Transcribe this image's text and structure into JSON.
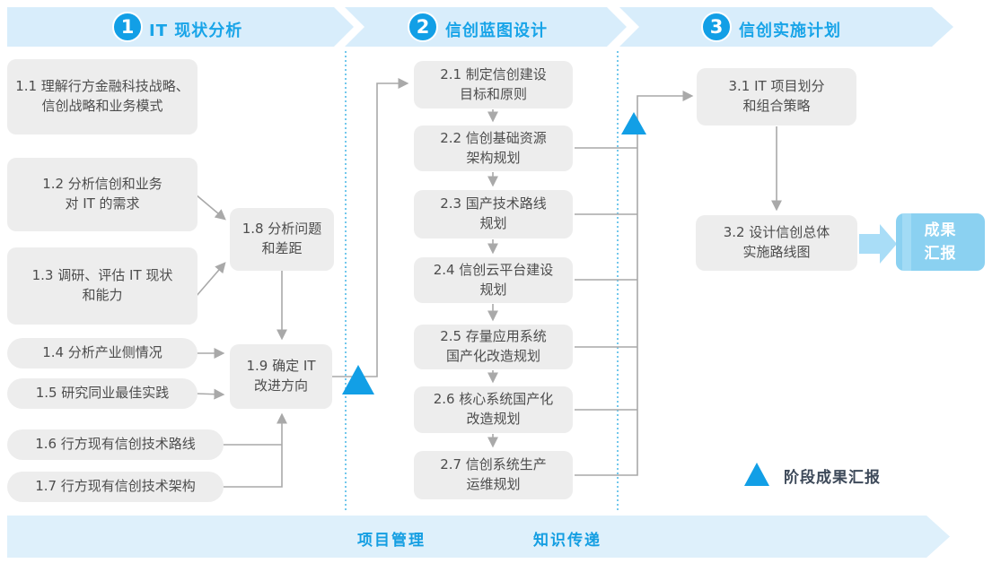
{
  "palette": {
    "accent_blue": "#129FE6",
    "band_blue": "#D8EDFB",
    "box_gray": "#EDEDED",
    "line_gray": "#A9A9A9",
    "result_blue": "#8BD1F1",
    "header_text_blue": "#18A4E8",
    "legend_text": "#3E4A5A"
  },
  "phases": {
    "p1": {
      "num": "1",
      "title": "IT 现状分析"
    },
    "p2": {
      "num": "2",
      "title": "信创蓝图设计"
    },
    "p3": {
      "num": "3",
      "title": "信创实施计划"
    }
  },
  "boxes": {
    "b11": "1.1 理解行方金融科技战略、\n信创战略和业务模式",
    "b12": "1.2 分析信创和业务\n对 IT 的需求",
    "b13": "1.3 调研、评估 IT 现状\n和能力",
    "b14": "1.4 分析产业侧情况",
    "b15": "1.5 研究同业最佳实践",
    "b16": "1.6 行方现有信创技术路线",
    "b17": "1.7 行方现有信创技术架构",
    "b18": "1.8 分析问题\n和差距",
    "b19": "1.9 确定 IT\n改进方向",
    "b21": "2.1 制定信创建设\n目标和原则",
    "b22": "2.2 信创基础资源\n架构规划",
    "b23": "2.3 国产技术路线\n规划",
    "b24": "2.4 信创云平台建设\n规划",
    "b25": "2.5 存量应用系统\n国产化改造规划",
    "b26": "2.6 核心系统国产化\n改造规划",
    "b27": "2.7 信创系统生产\n运维规划",
    "b31": "3.1 IT 项目划分\n和组合策略",
    "b32": "3.2 设计信创总体\n实施路线图"
  },
  "result_box": "成果\n汇报",
  "bottom_band": {
    "label_left": "项目管理",
    "label_right": "知识传递"
  },
  "legend": {
    "label": "阶段成果汇报"
  }
}
